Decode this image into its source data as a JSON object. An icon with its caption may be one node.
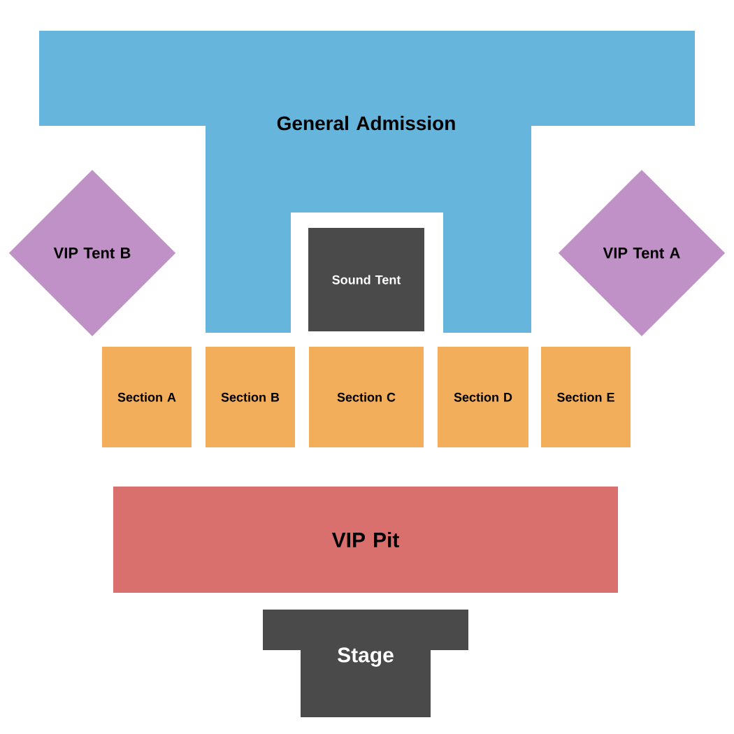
{
  "diagram": {
    "nodes": [
      {
        "text": [
          "General Admission"
        ]
      },
      {
        "text": [
          "VIP Tent B"
        ]
      },
      {
        "text": [
          "Sound Tent"
        ]
      },
      {
        "text": [
          "VIP Tent A"
        ]
      },
      {
        "text": [
          "Section A"
        ]
      },
      {
        "text": [
          "Section B"
        ]
      },
      {
        "text": [
          "Section C"
        ]
      },
      {
        "text": [
          "Section D"
        ]
      },
      {
        "text": [
          "Section E"
        ]
      },
      {
        "text": [
          "VIP Pit"
        ]
      },
      {
        "text": [
          "Stage"
        ]
      }
    ]
  }
}
